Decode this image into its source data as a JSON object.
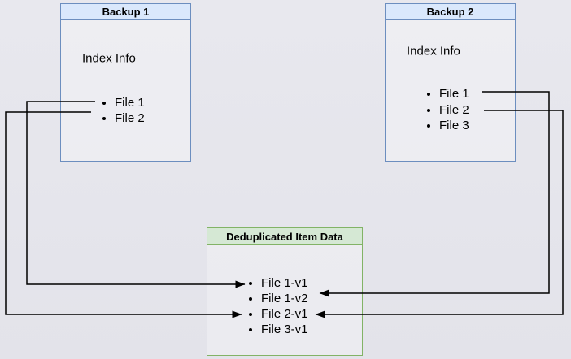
{
  "diagram": {
    "description": "Backup deduplication diagram: two backup index boxes referencing shared deduplicated item data",
    "background_color": "#e6e6ed",
    "line_color": "#000000",
    "boxes": {
      "backup1": {
        "title": "Backup 1",
        "section_label": "Index Info",
        "files": [
          "File 1",
          "File 2"
        ],
        "header_fill": "#dae8fc",
        "border_color": "#6c8ebf"
      },
      "backup2": {
        "title": "Backup 2",
        "section_label": "Index Info",
        "files": [
          "File 1",
          "File 2",
          "File 3"
        ],
        "header_fill": "#dae8fc",
        "border_color": "#6c8ebf"
      },
      "dedup": {
        "title": "Deduplicated Item Data",
        "items": [
          "File 1-v1",
          "File 1-v2",
          "File 2-v1",
          "File 3-v1"
        ],
        "header_fill": "#d5e8d4",
        "border_color": "#82b366"
      }
    },
    "connections": [
      {
        "from": "Backup 1 / File 1",
        "to": "Deduplicated Item Data / File 1-v1"
      },
      {
        "from": "Backup 1 / File 2",
        "to": "Deduplicated Item Data / File 2-v1"
      },
      {
        "from": "Backup 2 / File 1",
        "to": "Deduplicated Item Data / File 1-v2"
      },
      {
        "from": "Backup 2 / File 2",
        "to": "Deduplicated Item Data / File 2-v1"
      }
    ]
  }
}
